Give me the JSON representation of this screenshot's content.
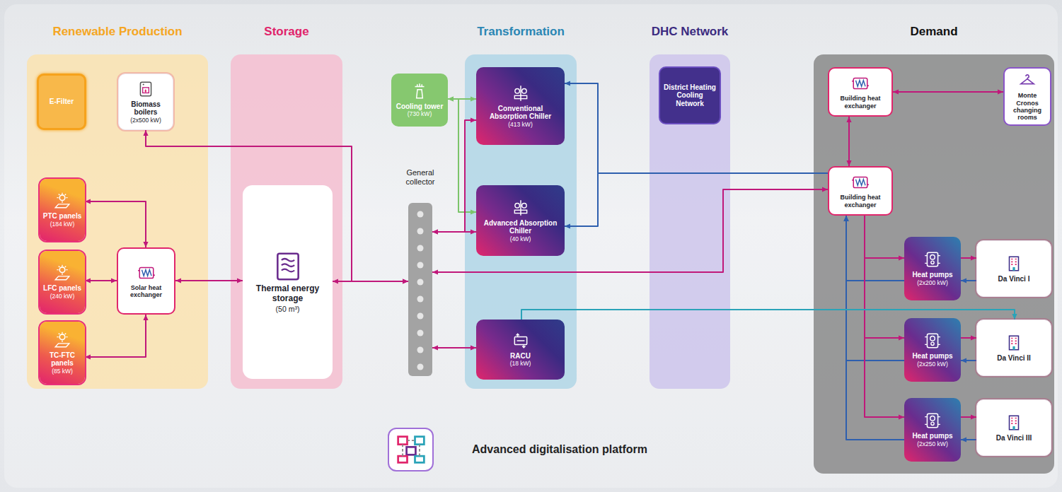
{
  "diagram": {
    "nodes": [
      {
        "text": [
          "Renewable Production"
        ]
      },
      {
        "text": [
          "E-Filter"
        ],
        "in": 0
      },
      {
        "text": [
          "Biomass boilers",
          "(2x500 kW)"
        ],
        "in": 0
      },
      {
        "text": [
          "PTC panels",
          "(184 kW)"
        ],
        "in": 0
      },
      {
        "text": [
          "LFC panels",
          "(240 kW)"
        ],
        "in": 0
      },
      {
        "text": [
          "TC-FTC panels",
          "(85 kW)"
        ],
        "in": 0
      },
      {
        "text": [
          "Solar heat exchanger"
        ],
        "in": 0
      },
      {
        "text": [
          "Storage"
        ]
      },
      {
        "text": [
          "Thermal energy storage",
          "(50 m³)"
        ],
        "in": 7
      },
      {
        "text": [
          "Cooling tower",
          "(730 kW)"
        ]
      },
      {
        "text": [
          "General collector"
        ]
      },
      {
        "text": [
          "Transformation"
        ]
      },
      {
        "text": [
          "Conventional Absorption Chiller",
          "(413 kW)"
        ],
        "in": 11
      },
      {
        "text": [
          "Advanced Absorption Chiller",
          "(40 kW)"
        ],
        "in": 11
      },
      {
        "text": [
          "RACU",
          "(18 kW)"
        ],
        "in": 11
      },
      {
        "text": [
          "DHC Network"
        ]
      },
      {
        "text": [
          "District Heating Cooling Network"
        ],
        "in": 15
      },
      {
        "text": [
          "Demand"
        ]
      },
      {
        "text": [
          "Building heat exchanger"
        ],
        "in": 17
      },
      {
        "text": [
          "Monte Cronos changing rooms"
        ],
        "in": 17
      },
      {
        "text": [
          "Building heat exchanger"
        ],
        "in": 17
      },
      {
        "text": [
          "Heat pumps",
          "(2x200 kW)"
        ],
        "in": 17
      },
      {
        "text": [
          "Da Vinci I"
        ],
        "in": 17
      },
      {
        "text": [
          "Heat pumps",
          "(2x250 kW)"
        ],
        "in": 17
      },
      {
        "text": [
          "Da Vinci II"
        ],
        "in": 17
      },
      {
        "text": [
          "Heat pumps",
          "(2x250 kW)"
        ],
        "in": 17
      },
      {
        "text": [
          "Da Vinci III"
        ],
        "in": 17
      },
      {
        "text": [
          "Advanced digitalisation platform"
        ]
      }
    ],
    "edges": [
      {
        "from": 2,
        "to": 10,
        "arrow": "both"
      },
      {
        "from": 3,
        "to": 6,
        "arrow": "both"
      },
      {
        "from": 4,
        "to": 6,
        "arrow": "both"
      },
      {
        "from": 5,
        "to": 6,
        "arrow": "both"
      },
      {
        "from": 6,
        "to": 8,
        "arrow": "both"
      },
      {
        "from": 8,
        "to": 10,
        "arrow": "both"
      },
      {
        "from": 9,
        "to": 12,
        "arrow": "both"
      },
      {
        "from": 9,
        "to": 13,
        "arrow": "both"
      },
      {
        "from": 10,
        "to": 12,
        "arrow": "both"
      },
      {
        "from": 10,
        "to": 13,
        "arrow": "both"
      },
      {
        "from": 10,
        "to": 14,
        "arrow": "both"
      },
      {
        "from": 10,
        "to": 20,
        "arrow": "both"
      },
      {
        "from": 20,
        "to": 12,
        "arrow": "to"
      },
      {
        "from": 20,
        "to": 13,
        "arrow": "to"
      },
      {
        "from": 18,
        "to": 20,
        "arrow": "both"
      },
      {
        "from": 18,
        "to": 19,
        "arrow": "both"
      },
      {
        "from": 20,
        "to": 21,
        "arrow": "to"
      },
      {
        "from": 21,
        "to": 20,
        "arrow": "to"
      },
      {
        "from": 20,
        "to": 23,
        "arrow": "to"
      },
      {
        "from": 23,
        "to": 20,
        "arrow": "to"
      },
      {
        "from": 20,
        "to": 25,
        "arrow": "to"
      },
      {
        "from": 25,
        "to": 20,
        "arrow": "to"
      },
      {
        "from": 21,
        "to": 22,
        "arrow": "to"
      },
      {
        "from": 22,
        "to": 21,
        "arrow": "to"
      },
      {
        "from": 23,
        "to": 24,
        "arrow": "to"
      },
      {
        "from": 24,
        "to": 23,
        "arrow": "to"
      },
      {
        "from": 25,
        "to": 26,
        "arrow": "to"
      },
      {
        "from": 26,
        "to": 25,
        "arrow": "to"
      },
      {
        "from": 14,
        "to": 24,
        "arrow": "to"
      }
    ]
  }
}
